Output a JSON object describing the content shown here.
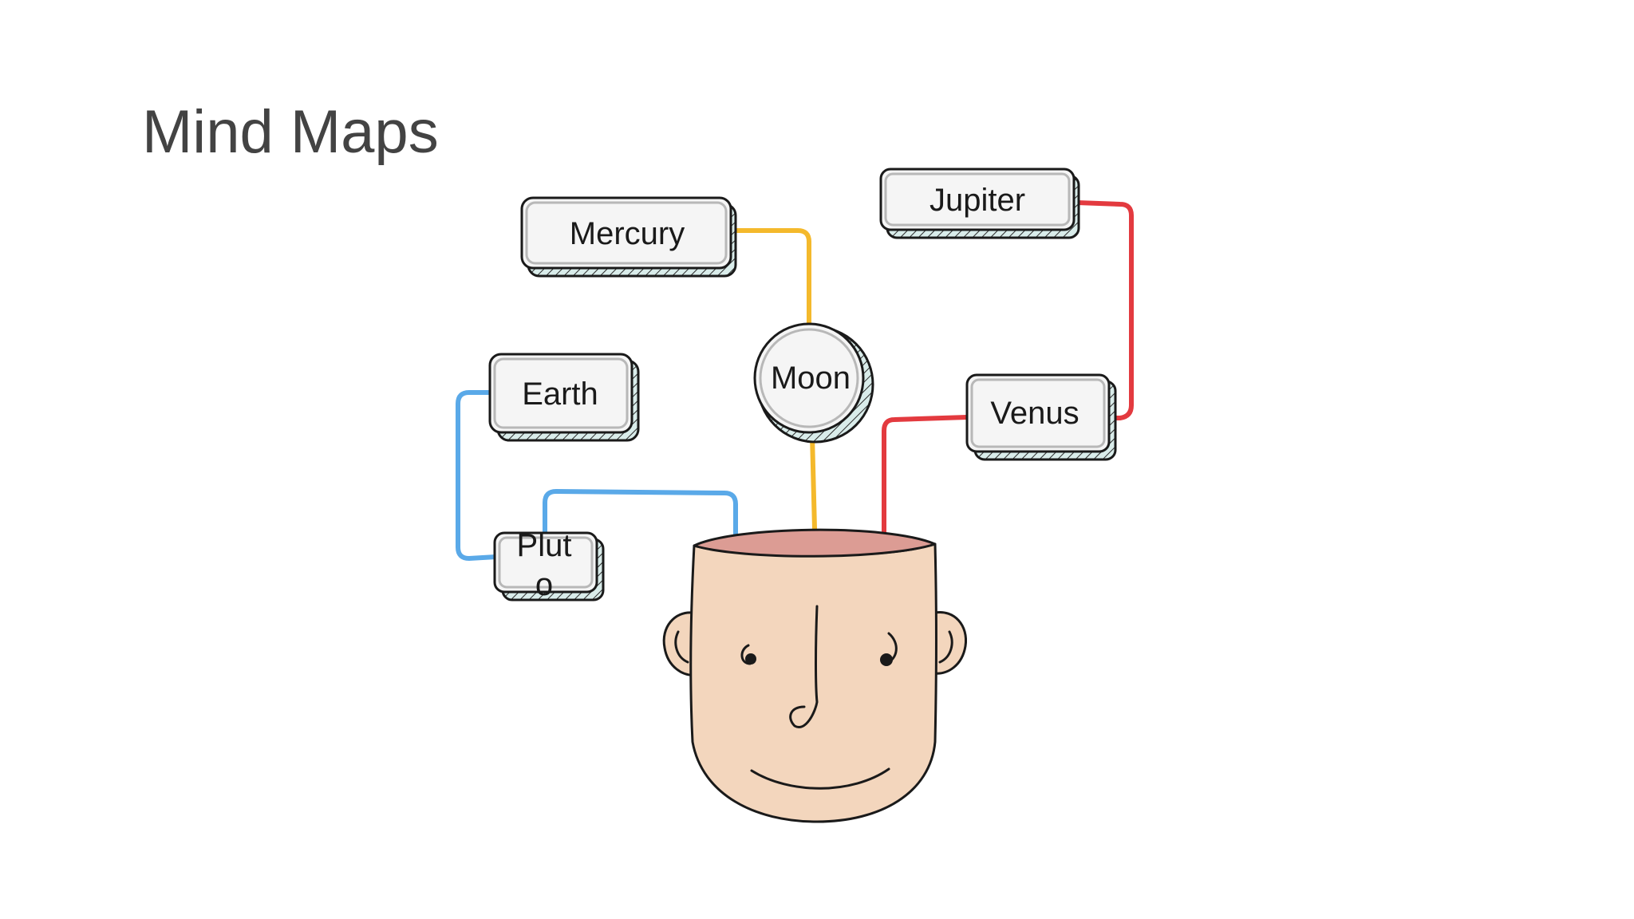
{
  "slide": {
    "title": "Mind Maps"
  },
  "mindmap": {
    "nodes": {
      "mercury": "Mercury",
      "jupiter": "Jupiter",
      "moon": "Moon",
      "earth": "Earth",
      "venus": "Venus",
      "pluto_line1": "Plut",
      "pluto_line2": "o"
    },
    "connector_colors": {
      "yellow": "#f4b92c",
      "red": "#e33a3f",
      "blue": "#5aa9e8"
    }
  },
  "colors": {
    "title": "#434343",
    "node_fill": "#f5f5f5",
    "node_shadow": "#cfe6e4",
    "skin": "#f3d6bd",
    "brain": "#dc9c94",
    "outline": "#1a1a1a"
  }
}
